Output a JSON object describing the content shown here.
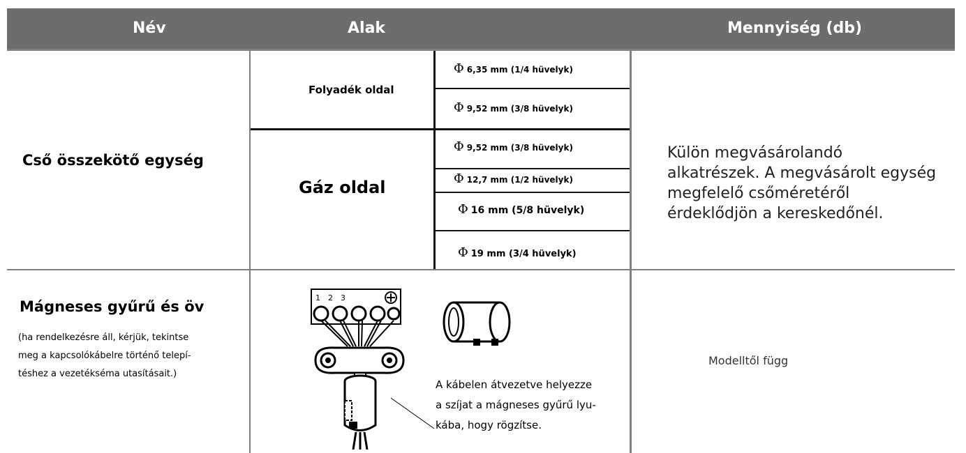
{
  "header": {
    "col_name": "Név",
    "col_shape": "Alak",
    "col_qty": "Mennyiség (db)"
  },
  "pipe": {
    "name": "Cső összekötő egység",
    "liquid_label": "Folyadék oldal",
    "gas_label": "Gáz oldal",
    "phi_symbol": "Φ",
    "liquid_sizes": [
      "6,35 mm (1/4 hüvelyk)",
      "9,52 mm (3/8 hüvelyk)"
    ],
    "gas_sizes": [
      "9,52 mm (3/8 hüvelyk)",
      "12,7 mm (1/2 hüvelyk)",
      "16 mm (5/8 hüvelyk)",
      "19 mm (3/4 hüvelyk)"
    ],
    "qty_lines": [
      "Külön megvásárolandó",
      "alkatrészek. A megvásárolt egység",
      "megfelelő csőméretéről",
      "érdeklődjön a kereskedőnél."
    ]
  },
  "magnet": {
    "name": "Mágneses gyűrű és öv",
    "note_lines": [
      "(ha rendelkezésre áll, kérjük, tekintse",
      "meg a kapcsolókábelre történő telepí-",
      "téshez a vezetékséma utasításait.)"
    ],
    "terminal_numbers": [
      "1",
      "2",
      "3"
    ],
    "caption_lines": [
      "A kábelen átvezetve helyezze",
      "a szíjat a mágneses gyűrű lyu-",
      "kába, hogy rögzítse."
    ],
    "qty": "Modelltől függ"
  }
}
